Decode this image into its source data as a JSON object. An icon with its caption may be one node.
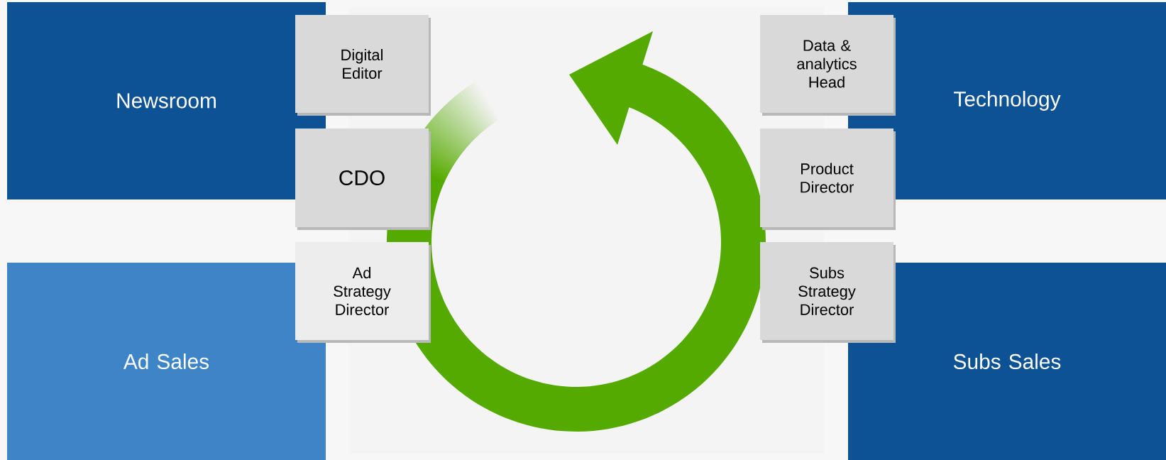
{
  "diagram": {
    "nodes": [
      {
        "text": [
          "Newsroom"
        ]
      },
      {
        "text": [
          "Digital Editor"
        ]
      },
      {
        "text": [
          "CDO"
        ]
      },
      {
        "text": [
          "Ad Strategy Director"
        ]
      },
      {
        "text": [
          "Ad Sales"
        ]
      },
      {
        "text": [
          "Data & analytics Head"
        ]
      },
      {
        "text": [
          "Technology"
        ]
      },
      {
        "text": [
          "Product Director"
        ]
      },
      {
        "text": [
          "Subs Strategy Director"
        ]
      },
      {
        "text": [
          "Subs Sales"
        ]
      }
    ]
  }
}
